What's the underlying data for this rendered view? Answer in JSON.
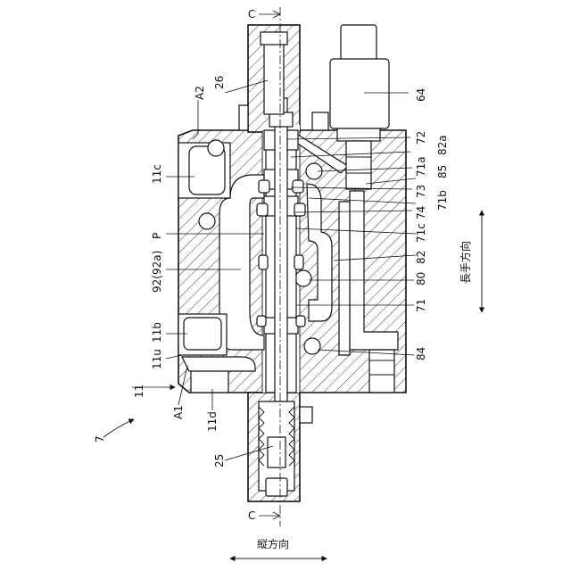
{
  "labels": {
    "c_top": "C",
    "c_bottom": "C",
    "n26": "26",
    "a2": "A2",
    "n64": "64",
    "n11c": "11c",
    "n72": "72",
    "n82a": "82a",
    "n71a": "71a",
    "n85": "85",
    "n73": "73",
    "n71b": "71b",
    "n74": "74",
    "p": "P",
    "n71c": "71c",
    "n82": "82",
    "n92": "92(92a)",
    "n80": "80",
    "n71": "71",
    "n11b": "11b",
    "n84": "84",
    "n11u": "11u",
    "n11": "11",
    "a1": "A1",
    "n11d": "11d",
    "n7": "7",
    "n25": "25",
    "longitudinal": "長手方向",
    "vertical": "縦方向"
  }
}
